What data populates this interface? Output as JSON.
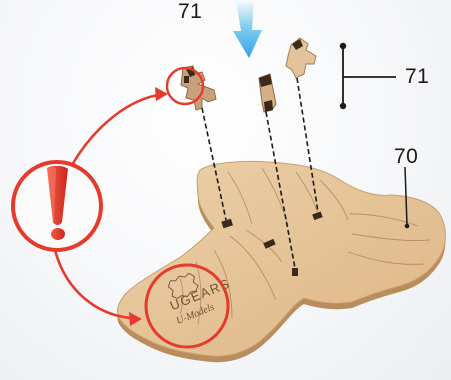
{
  "labels": {
    "part_top": "71",
    "part_right": "71",
    "base_plate": "70"
  },
  "engraving": {
    "brand": "UGEARS",
    "tagline": "U-Models"
  },
  "icons": {
    "warning": "exclamation-icon",
    "direction": "down-arrow-icon"
  },
  "colors": {
    "wood": "#e3bf93",
    "wood_edge": "#b98c5c",
    "warning_red": "#e53a2c",
    "arrow_blue": "#38aee8",
    "line_dark": "#1a1a1a"
  }
}
